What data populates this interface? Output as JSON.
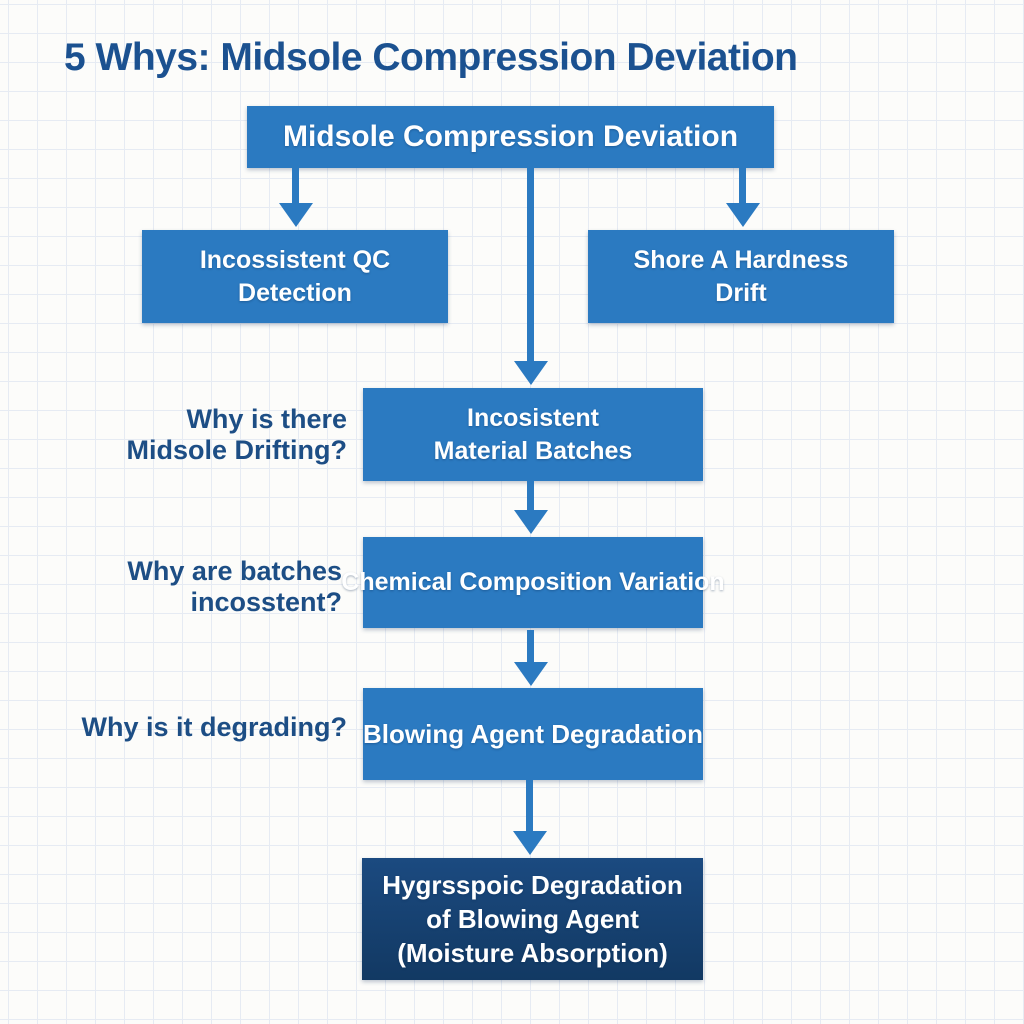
{
  "title": "5 Whys: Midsole Compression Deviation",
  "colors": {
    "title_blue": "#1b5190",
    "box_blue": "#2b7ac1",
    "box_navy_light": "#1b4a80",
    "box_navy_dark": "#123963",
    "arrow_blue": "#2b7ac1",
    "question_blue": "#1d4e85"
  },
  "nodes": {
    "root": {
      "text": "Midsole Compression Deviation"
    },
    "qc": {
      "line1": "Incossistent QC",
      "line2": "Detection"
    },
    "shore": {
      "line1": "Shore A Hardness",
      "line2": "Drift"
    },
    "batches": {
      "line1": "Incosistent",
      "line2": "Material Batches"
    },
    "chemical": {
      "text": "Chemical Composition Variation"
    },
    "blowing": {
      "text": "Blowing Agent Degradation"
    },
    "root_cause": {
      "line1": "Hygrsspoic Degradation",
      "line2": "of Blowing Agent",
      "line3": "(Moisture Absorption)"
    }
  },
  "questions": {
    "q1": {
      "line1": "Why is there",
      "line2": "Midsole Drifting?"
    },
    "q2": {
      "line1": "Why are batches",
      "line2": "incosstent?"
    },
    "q3": {
      "line1": "Why is it degrading?"
    }
  }
}
